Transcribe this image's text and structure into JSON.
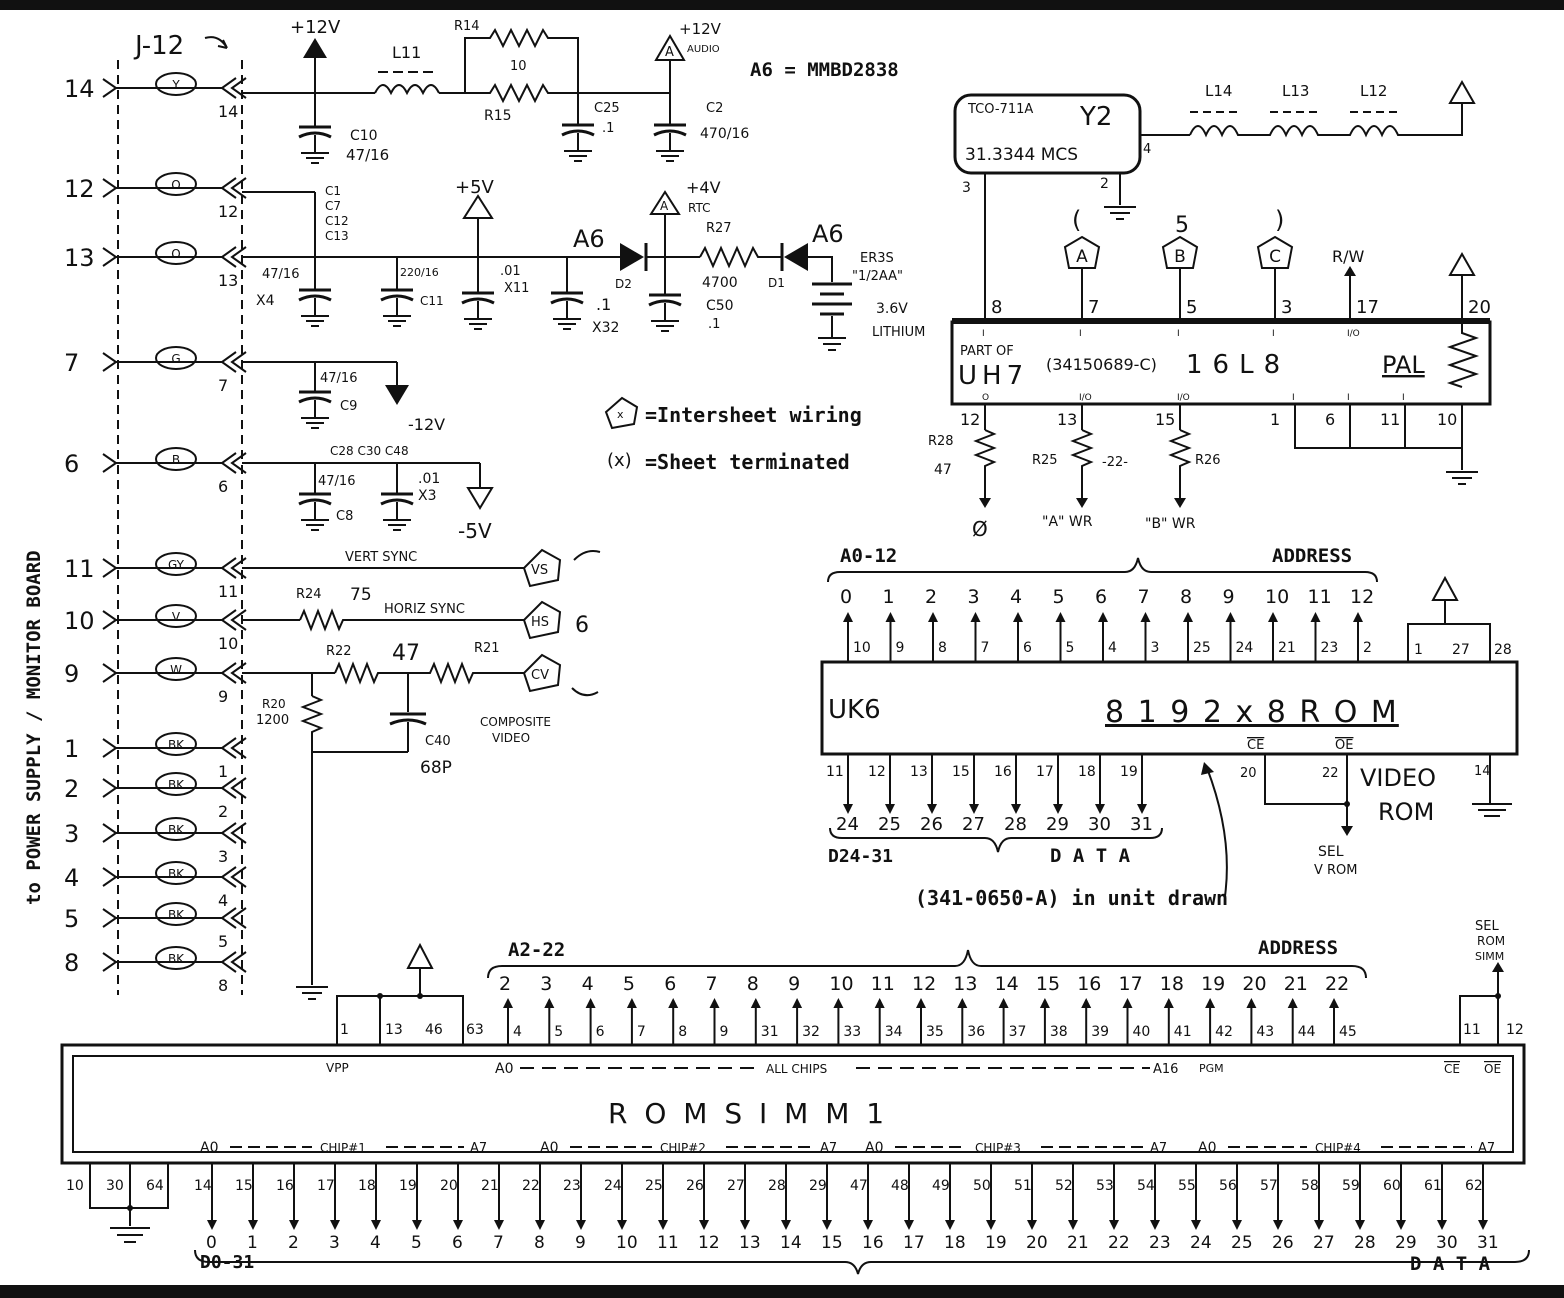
{
  "connector": {
    "name": "J-12",
    "side_label": "to POWER SUPPLY / MONITOR BOARD",
    "pins": [
      {
        "num": "14",
        "color": "Y"
      },
      {
        "num": "12",
        "color": "O"
      },
      {
        "num": "13",
        "color": "O"
      },
      {
        "num": "7",
        "color": "G"
      },
      {
        "num": "6",
        "color": "B"
      },
      {
        "num": "11",
        "color": "GY"
      },
      {
        "num": "10",
        "color": "V"
      },
      {
        "num": "9",
        "color": "W"
      },
      {
        "num": "1",
        "color": "BK"
      },
      {
        "num": "2",
        "color": "BK"
      },
      {
        "num": "3",
        "color": "BK"
      },
      {
        "num": "4",
        "color": "BK"
      },
      {
        "num": "5",
        "color": "BK"
      },
      {
        "num": "8",
        "color": "BK"
      }
    ]
  },
  "power": {
    "p12v": "+12V",
    "p12v_audio": "+12V",
    "audio": "AUDIO",
    "p5v": "+5V",
    "p4v": "+4V",
    "rtc": "RTC",
    "m12v": "-12V",
    "m5v": "-5V",
    "l11": "L11",
    "r14": "R14",
    "r15": "R15",
    "r14_val": "10",
    "c25": "C25",
    "c25_val": ".1",
    "c2": "C2",
    "c2_val": "470/16",
    "c10": "C10",
    "c10_val": "47/16",
    "c_group": [
      "C1",
      "C7",
      "C12",
      "C13"
    ],
    "c_group_val": "47/16",
    "c_group_qty": "X4",
    "c11": "C11",
    "c11_val": "220/16",
    "cx11_val": ".01",
    "cx11": "X11",
    "cx32_val": ".1",
    "cx32": "X32",
    "c50": "C50",
    "c50_val": ".1",
    "d2": "D2",
    "d1": "D1",
    "a6": "A6",
    "r27": "R27",
    "r27_val": "4700",
    "battery": "ER3S",
    "battery_size": "\"1/2AA\"",
    "battery_v": "3.6V",
    "battery_type": "LITHIUM",
    "c9": "C9",
    "c9_val": "47/16",
    "c_b_group": "C28 C30 C48",
    "c8": "C8",
    "c8_val": "47/16",
    "c_b_val": ".01",
    "c_b_qty": "X3"
  },
  "video": {
    "vert_sync": "VERT SYNC",
    "horiz_sync": "HORIZ SYNC",
    "vs": "VS",
    "hs": "HS",
    "cv": "CV",
    "sheet": "6",
    "r24": "R24",
    "r24_val": "75",
    "r22": "R22",
    "r22_val": "47",
    "r21": "R21",
    "r20": "R20",
    "r20_val": "1200",
    "c40": "C40",
    "c40_val": "68P",
    "composite": "COMPOSITE",
    "composite2": "VIDEO"
  },
  "notes": {
    "a6_eq": "A6 = MMBD2838",
    "intersheet": "=Intersheet wiring",
    "terminated": "=Sheet terminated",
    "x": "x",
    "unit_drawn": "(341-0650-A) in unit drawn"
  },
  "osc": {
    "part": "TCO-711A",
    "ref": "Y2",
    "freq": "31.3344 MCS",
    "pin3": "3",
    "pin2": "2",
    "pin4": "4",
    "l14": "L14",
    "l13": "L13",
    "l12": "L12"
  },
  "pal": {
    "part_of": "PART OF",
    "ref": "UH7",
    "num": "(34150689-C)",
    "type": "16L8",
    "kind": "PAL",
    "top_pins": [
      "8",
      "7",
      "5",
      "3",
      "17",
      "20"
    ],
    "top_io": [
      "I",
      "I",
      "I",
      "I",
      "I/O"
    ],
    "bottom_pins": [
      "12",
      "13",
      "15",
      "1",
      "6",
      "11",
      "10"
    ],
    "bottom_io": [
      "O",
      "I/O",
      "I/O",
      "I",
      "I",
      "I"
    ],
    "conn": [
      "A",
      "B",
      "C"
    ],
    "sheet5": "5",
    "rw": "R/W",
    "r28": "R28",
    "r28_val": "47",
    "r25": "R25",
    "r26": "R26",
    "r25_val": "-22-",
    "phi": "Ø",
    "a_wr": "\"A\" WR",
    "b_wr": "\"B\" WR"
  },
  "vrom": {
    "ref": "UK6",
    "desc": "8 1 9 2 x 8   R O M",
    "bus_label": "A0-12",
    "addr_label": "ADDRESS",
    "addr_bits": [
      "0",
      "1",
      "2",
      "3",
      "4",
      "5",
      "6",
      "7",
      "8",
      "9",
      "10",
      "11",
      "12"
    ],
    "addr_pins": [
      "10",
      "9",
      "8",
      "7",
      "6",
      "5",
      "4",
      "3",
      "25",
      "24",
      "21",
      "23",
      "2"
    ],
    "extra_pins": [
      "1",
      "27",
      "28"
    ],
    "ce": "CE",
    "oe": "OE",
    "pin20": "20",
    "pin22": "22",
    "pin14": "14",
    "data_pins": [
      "11",
      "12",
      "13",
      "15",
      "16",
      "17",
      "18",
      "19"
    ],
    "data_bits": [
      "24",
      "25",
      "26",
      "27",
      "28",
      "29",
      "30",
      "31"
    ],
    "data_bus": "D24-31",
    "data_label": "D A T A",
    "video_rom": "VIDEO",
    "rom": "ROM",
    "sel": "SEL",
    "sel2": "V ROM"
  },
  "simm": {
    "title": "R O M S I M M   1",
    "bus_label": "A2-22",
    "addr_label": "ADDRESS",
    "addr_bits": [
      "2",
      "3",
      "4",
      "5",
      "6",
      "7",
      "8",
      "9",
      "10",
      "11",
      "12",
      "13",
      "14",
      "15",
      "16",
      "17",
      "18",
      "19",
      "20",
      "21",
      "22"
    ],
    "addr_pins": [
      "4",
      "5",
      "6",
      "7",
      "8",
      "9",
      "31",
      "32",
      "33",
      "34",
      "35",
      "36",
      "37",
      "38",
      "39",
      "40",
      "41",
      "42",
      "43",
      "44",
      "45"
    ],
    "left_pins": [
      "1",
      "13",
      "46",
      "63"
    ],
    "right_pins": [
      "11",
      "12"
    ],
    "vpp": "VPP",
    "a0_all": "A0",
    "all_chips": "ALL CHIPS",
    "a16": "A16",
    "pgm": "PGM",
    "ce": "CE",
    "oe": "OE",
    "chips": [
      {
        "start": "A0",
        "label": "CHIP#1",
        "end": "A7"
      },
      {
        "start": "A0",
        "label": "CHIP#2",
        "end": "A7"
      },
      {
        "start": "A0",
        "label": "CHIP#3",
        "end": "A7"
      },
      {
        "start": "A0",
        "label": "CHIP#4",
        "end": "A7"
      }
    ],
    "gnd_pins": [
      "10",
      "30",
      "64"
    ],
    "data_pins": [
      "14",
      "15",
      "16",
      "17",
      "18",
      "19",
      "20",
      "21",
      "22",
      "23",
      "24",
      "25",
      "26",
      "27",
      "28",
      "29",
      "47",
      "48",
      "49",
      "50",
      "51",
      "52",
      "53",
      "54",
      "55",
      "56",
      "57",
      "58",
      "59",
      "60",
      "61",
      "62"
    ],
    "data_bits": [
      "0",
      "1",
      "2",
      "3",
      "4",
      "5",
      "6",
      "7",
      "8",
      "9",
      "10",
      "11",
      "12",
      "13",
      "14",
      "15",
      "16",
      "17",
      "18",
      "19",
      "20",
      "21",
      "22",
      "23",
      "24",
      "25",
      "26",
      "27",
      "28",
      "29",
      "30",
      "31"
    ],
    "data_bus": "D0-31",
    "data_label": "D A T A",
    "sel": "SEL",
    "sel2": "ROM",
    "sel3": "SIMM"
  }
}
